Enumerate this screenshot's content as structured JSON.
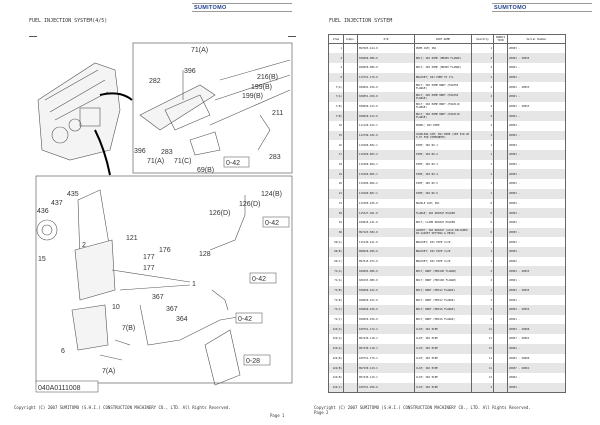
{
  "brand": "SUMITOMO",
  "left_page": {
    "title": "FUEL INJECTION SYSTEM(4/5)",
    "figure_code": "040A0111008",
    "footer": "Copyright (C) 2007 SUMITOMO (S.H.I.) CONSTRUCTION MACHINERY CO., LTD. All Rights Reserved.",
    "page": "Page 1",
    "callouts": [
      "71(A)",
      "396",
      "282",
      "216(B)",
      "199(B)",
      "199(B)",
      "211",
      "396",
      "283",
      "71(A)",
      "71(C)",
      "69(B)",
      "283",
      "435",
      "437",
      "436",
      "124(B)",
      "126(D)",
      "126(D)",
      "121",
      "176",
      "177",
      "177",
      "15",
      "2",
      "1",
      "128",
      "367",
      "10",
      "367",
      "364",
      "7(B)",
      "6",
      "7(A)"
    ],
    "ref_boxes": [
      "0-42",
      "0-42",
      "0-42",
      "0-42",
      "0-28"
    ]
  },
  "right_page": {
    "title": "FUEL INJECTION SYSTEM",
    "footer": "Copyright (C) 2007 SUMITOMO (S.H.I.) CONSTRUCTION MACHINERY CO., LTD. All Rights Reserved.",
    "page": "Page 2",
    "headers": [
      "Item",
      "Compo.",
      "P/N",
      "PART NAME",
      "Quantity",
      "ANNOTA TION",
      "Serial Number"
    ],
    "rows": [
      [
        "1",
        "",
        "897603-414-0",
        "PUMP ASM; INJ",
        "1",
        "",
        "20003 -"
      ],
      [
        "2",
        "",
        "020090-080-0",
        "BOLT; INJ PUMP (M8X80 FLANGE)",
        "4",
        "",
        "20003 - 20053"
      ],
      [
        "2",
        "",
        "020050-080-0",
        "BOLT; INJ PUMP (M8X80 FLANGE)",
        "4",
        "",
        "20061 -"
      ],
      [
        "6",
        "",
        "115751-170-0",
        "BRACKET; INJ PUMP TO CYL",
        "1",
        "",
        "20003 -"
      ],
      [
        "7(A)",
        "",
        "020091-450-0",
        "BOLT; INJ PUMP BRKT (M14X50 FLANGE)",
        "2",
        "",
        "20003 - 20053"
      ],
      [
        "7(A)",
        "",
        "020051-450-0",
        "BOLT; INJ PUMP BRKT (M14X50 FLANGE)",
        "2",
        "",
        "20061 -"
      ],
      [
        "7(B)",
        "",
        "020090-413-0",
        "BOLT; INJ PUMP BRKT (M14X110 FLANGE)",
        "2",
        "",
        "20003 - 20053"
      ],
      [
        "7(B)",
        "",
        "020050-413-0",
        "BOLT; INJ PUMP BRKT (M14X110 FLANGE)",
        "2",
        "",
        "20061 -"
      ],
      [
        "10",
        "",
        "111129-012-1",
        "DOWEL; INJ PUMP",
        "2",
        "",
        "20003 -"
      ],
      [
        "15",
        "",
        "112790-182-0",
        "COUPLING ASM; INJ PUMP (SEE P10-40 5-67 FOR COMPONENT)",
        "1",
        "",
        "20003 -"
      ],
      [
        "16",
        "",
        "115400-862-1",
        "PIPE; INJ NO.1",
        "1",
        "",
        "20003 -"
      ],
      [
        "17",
        "",
        "115400-863-2",
        "PIPE; INJ NO.2",
        "1",
        "",
        "20003 -"
      ],
      [
        "18",
        "",
        "115400-864-1",
        "PIPE; INJ NO.3",
        "1",
        "",
        "20003 -"
      ],
      [
        "19",
        "",
        "115400-865-1",
        "PIPE; INJ NO.4",
        "1",
        "",
        "20003 -"
      ],
      [
        "20",
        "",
        "115400-866-2",
        "PIPE; INJ NO.5",
        "1",
        "",
        "20003 -"
      ],
      [
        "21",
        "",
        "115400-867-1",
        "PIPE; INJ NO.6",
        "1",
        "",
        "20003 -"
      ],
      [
        "31",
        "",
        "115300-436-0",
        "NOZZLE ASM; INJ",
        "6",
        "",
        "20003 -"
      ],
      [
        "59",
        "",
        "115327-021-0",
        "FLANGE; INJ NOZZLE HOLDER",
        "6",
        "",
        "20003 -"
      ],
      [
        "61",
        "",
        "109025-121-0",
        "BOLT; CLAMP NOZZLE HOLDER",
        "6",
        "",
        "20003 -"
      ],
      [
        "66",
        "",
        "897223-582-0",
        "GASKET; INJ NOZZLE (ALSO INCLUDED IN GASKET SETTING & HEAD)",
        "6",
        "",
        "20003 -"
      ],
      [
        "69(A)",
        "",
        "115139-411-0",
        "BRACKET; INJ PIPE CLIP",
        "1",
        "",
        "20003 -"
      ],
      [
        "69(B)",
        "",
        "898020-990-0",
        "BRACKET; INJ PIPE CLIP",
        "1",
        "",
        "20003 -"
      ],
      [
        "69(C)",
        "",
        "897615-974-0",
        "BRACKET; INJ PIPE CLIP",
        "1",
        "",
        "20062 -"
      ],
      [
        "71(A)",
        "",
        "020093-080-0",
        "BOLT; BRKT (M8X100 FLANGE)",
        "2",
        "",
        "20003 - 20053"
      ],
      [
        "71(A)",
        "",
        "020153-080-0",
        "BOLT; BRKT (M8X100 FLANGE)",
        "2",
        "",
        "20061 -"
      ],
      [
        "71(B)",
        "",
        "020090-012-0",
        "BOLT; BRKT (M8X12 FLANGE)",
        "1",
        "",
        "20003 - 20053"
      ],
      [
        "71(B)",
        "",
        "020050-012-0",
        "BOLT; BRKT (M8X12 FLANGE)",
        "1",
        "",
        "20061 -"
      ],
      [
        "71(C)",
        "",
        "020090-016-0",
        "BOLT; BRKT (M8X16 FLANGE)",
        "2",
        "",
        "20003 - 20053"
      ],
      [
        "71(C)",
        "",
        "020050-016-0",
        "BOLT; BRKT (M8X16 FLANGE)",
        "2",
        "",
        "20061 -"
      ],
      [
        "124(A)",
        "",
        "109751-172-2",
        "CLIP; INJ PIPE",
        "11",
        "",
        "20003 - 20006"
      ],
      [
        "124(A)",
        "",
        "897230-118-1",
        "CLIP; INJ PIPE",
        "11",
        "",
        "20007 - 20061"
      ],
      [
        "124(A)",
        "",
        "897230-118-1",
        "CLIP; INJ PIPE",
        "13",
        "",
        "20062 -"
      ],
      [
        "124(B)",
        "",
        "109751-170-1",
        "CLIP; INJ PIPE",
        "11",
        "",
        "20003 - 20006"
      ],
      [
        "124(B)",
        "",
        "897230-119-1",
        "CLIP; INJ PIPE",
        "11",
        "",
        "20007 - 20061"
      ],
      [
        "124(B)",
        "",
        "897230-119-1",
        "CLIP; INJ PIPE",
        "13",
        "",
        "20062 -"
      ],
      [
        "124(C)",
        "",
        "109751-200-0",
        "CLIP; INJ PIPE",
        "2",
        "",
        "20003 -"
      ]
    ]
  }
}
